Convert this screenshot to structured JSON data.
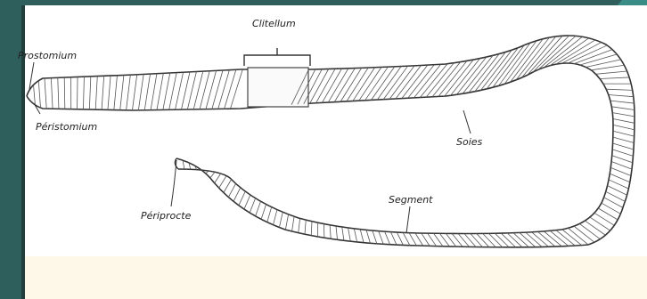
{
  "diagram": {
    "labels": {
      "prostomium": "Prostomium",
      "peristomium": "Péristomium",
      "clitellum": "Clitellum",
      "soies": "Soies",
      "periprocte": "Périprocte",
      "segment": "Segment"
    },
    "colors": {
      "background_frame": "#2f5f5c",
      "canvas": "#ffffff",
      "bottom_band": "#fdf8e7",
      "ink": "#222222"
    }
  }
}
